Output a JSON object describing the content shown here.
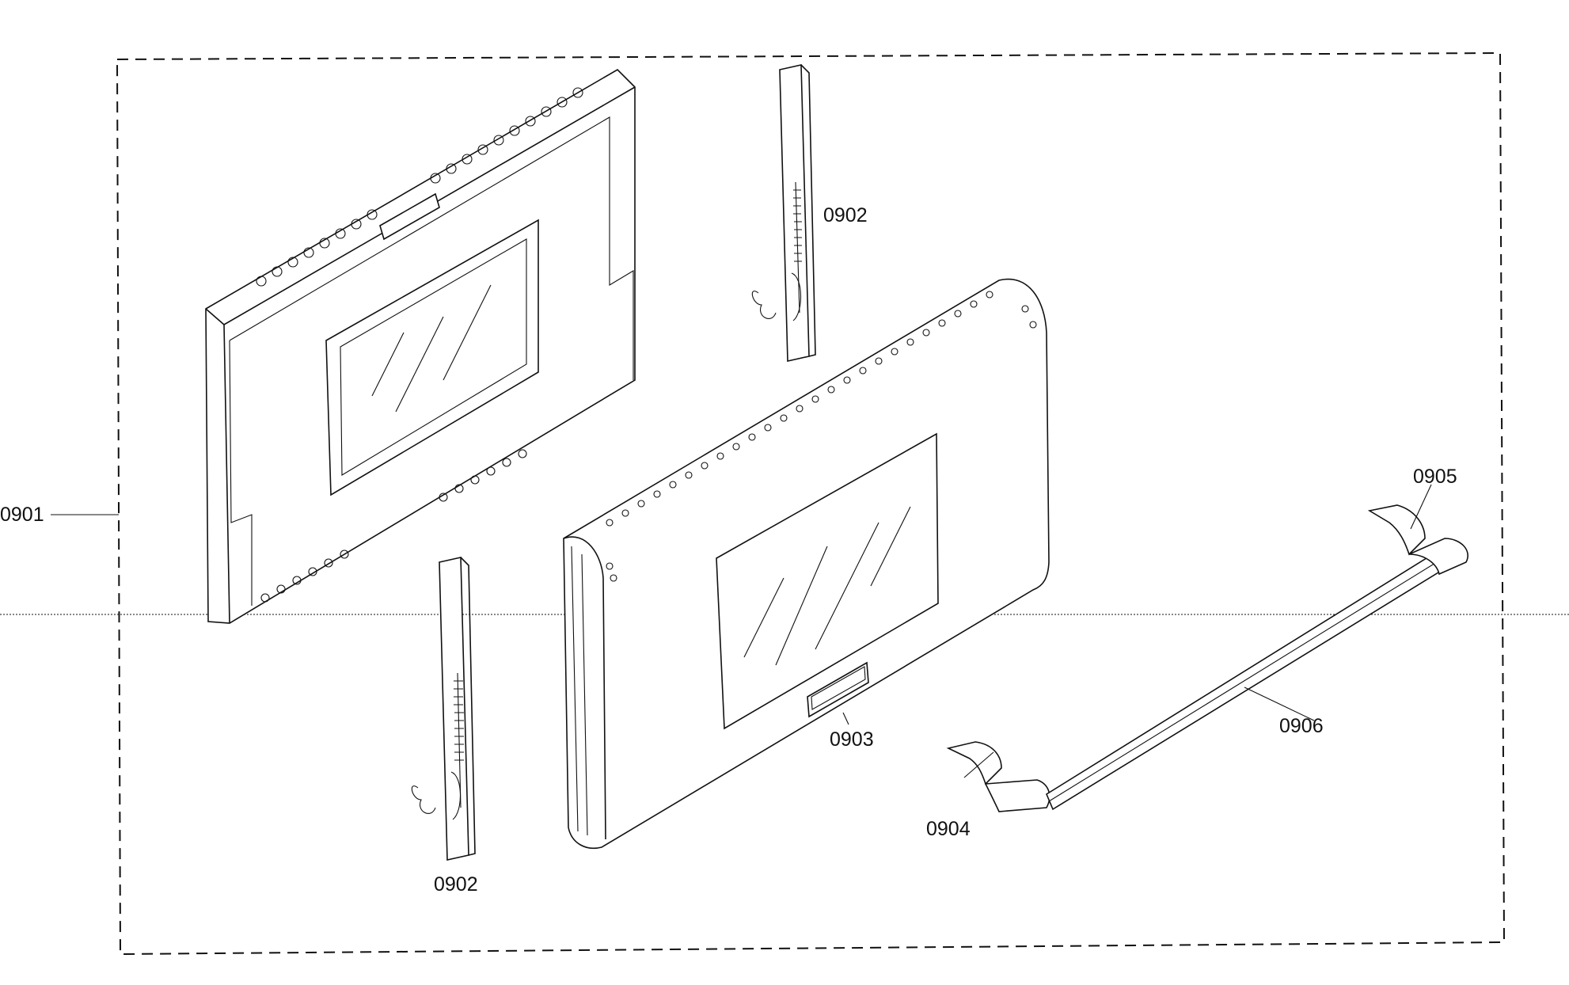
{
  "diagram": {
    "callouts": {
      "c0901": "0901",
      "c0902_top": "0902",
      "c0902_bottom": "0902",
      "c0903": "0903",
      "c0904": "0904",
      "c0905": "0905",
      "c0906": "0906"
    },
    "colors": {
      "line": "#111111",
      "background": "#ffffff"
    }
  }
}
